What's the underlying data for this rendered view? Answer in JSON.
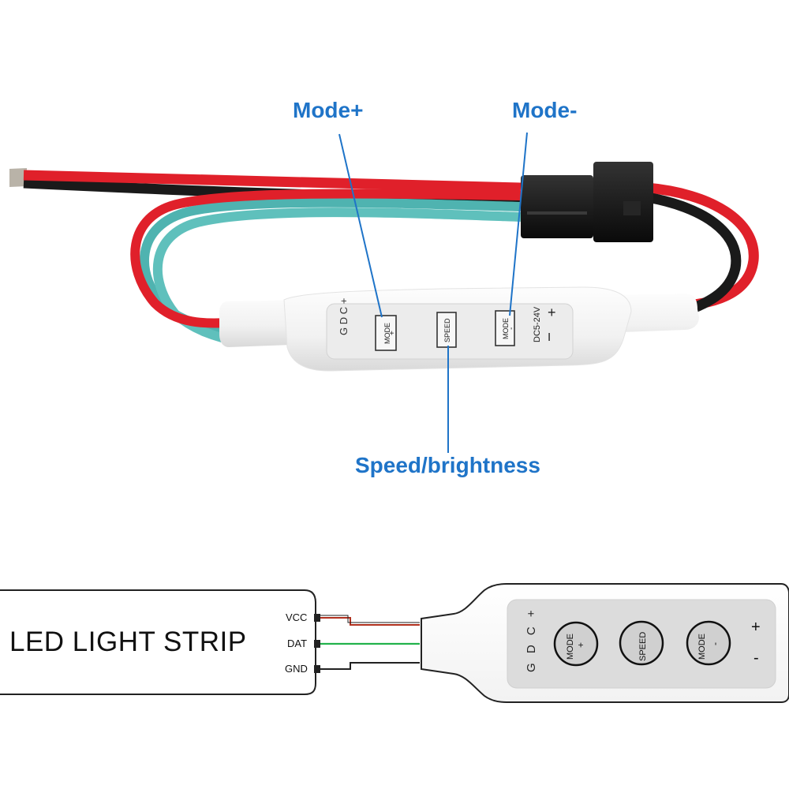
{
  "callouts": {
    "mode_plus": "Mode+",
    "mode_minus": "Mode-",
    "speed_brightness": "Speed/brightness"
  },
  "controller_photo": {
    "terminals": "G D C +",
    "mode_plus_button": {
      "line1": "MODE",
      "line2": "+"
    },
    "speed_button": "SPEED",
    "mode_minus_button": {
      "line1": "MODE",
      "line2": "-"
    },
    "voltage": "DC5-24V",
    "polarity_plus": "+",
    "polarity_minus": "I"
  },
  "wiring_diagram": {
    "strip_label": "LED LIGHT STRIP",
    "pins": [
      "VCC",
      "DAT",
      "GND"
    ],
    "terminals": "G D C +",
    "mode_plus_button": {
      "line1": "MODE",
      "line2": "+"
    },
    "speed_button": "SPEED",
    "mode_minus_button": {
      "line1": "MODE",
      "line2": "-"
    },
    "polarity_plus": "+",
    "polarity_minus": "-"
  },
  "colors": {
    "callout_blue": "#1f74c8",
    "wire_red": "#e0202a",
    "wire_black": "#1a1a1a",
    "wire_teal": "#4fb3b0",
    "wire_green": "#22b24c",
    "diagram_red": "#b0301e"
  }
}
